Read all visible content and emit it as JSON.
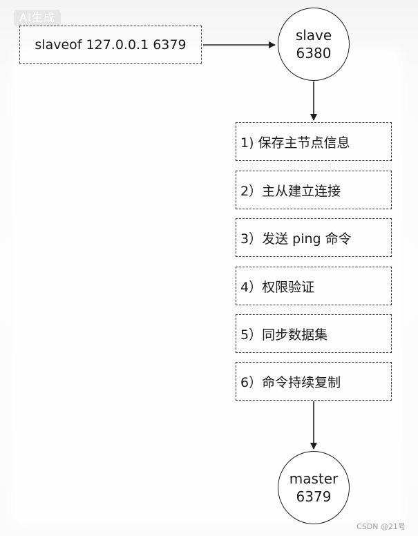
{
  "watermark_top_left": "AI生成",
  "command_box": {
    "text": "slaveof 127.0.0.1 6379"
  },
  "slave_node": {
    "line1": "slave",
    "line2": "6380"
  },
  "steps": [
    {
      "label": "1) 保存主节点信息"
    },
    {
      "label": "2）主从建立连接"
    },
    {
      "label": "3）发送 ping 命令"
    },
    {
      "label": "4）权限验证"
    },
    {
      "label": "5）同步数据集"
    },
    {
      "label": "6）命令持续复制"
    }
  ],
  "master_node": {
    "line1": "master",
    "line2": "6379"
  },
  "footer_watermark": "CSDN @21号",
  "colors": {
    "stroke": "#1e1e1e",
    "background": "#ffffff"
  }
}
